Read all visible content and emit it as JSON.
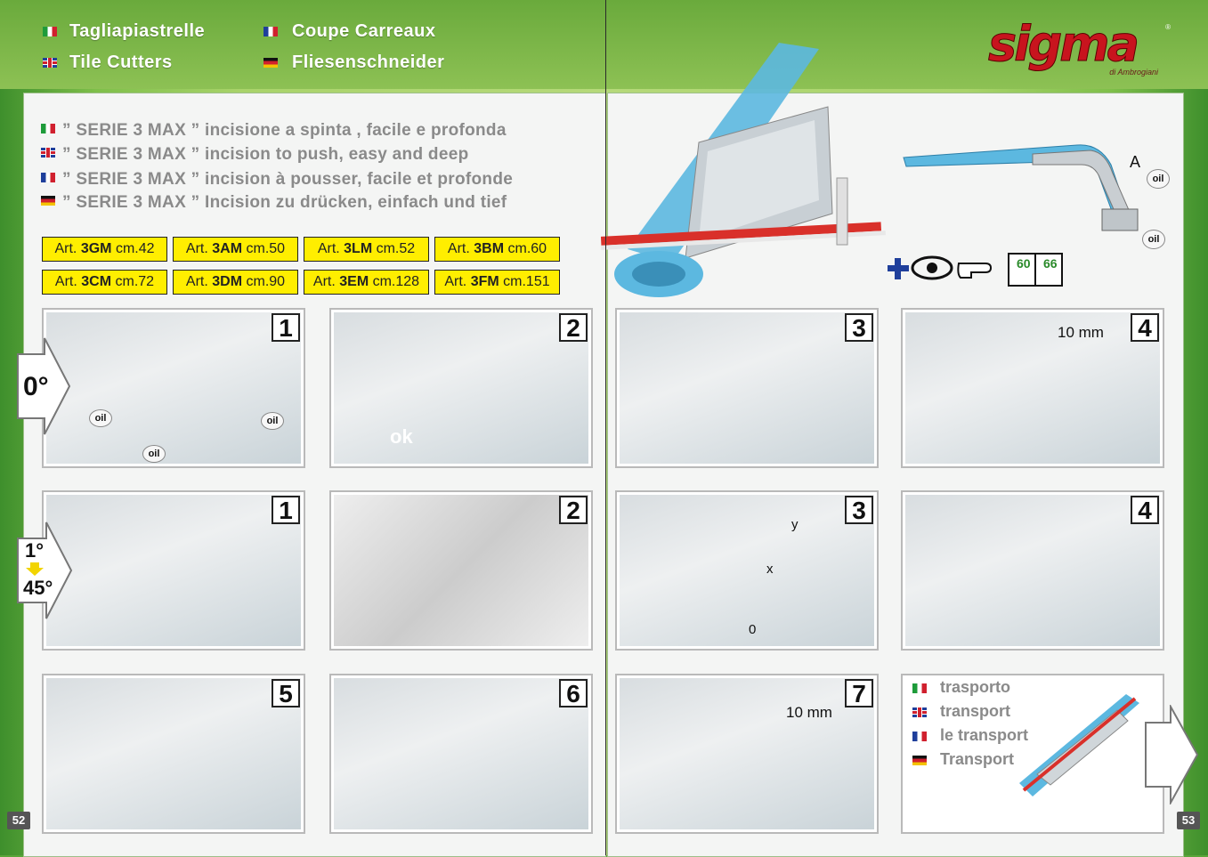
{
  "header": {
    "lang_it": "Tagliapiastrelle",
    "lang_en": "Tile Cutters",
    "lang_fr": "Coupe Carreaux",
    "lang_de": "Fliesenschneider"
  },
  "logo": {
    "name": "sigma",
    "sub": "di Ambrogiani"
  },
  "serie": [
    "” SERIE 3 MAX ” incisione a spinta , facile e profonda",
    "” SERIE 3 MAX ” incision to push, easy and deep",
    "” SERIE 3 MAX ” incision à pousser, facile et profonde",
    "” SERIE 3 MAX ” Incision zu drücken, einfach und tief"
  ],
  "models": [
    {
      "pre": "Art. ",
      "code": "3GM",
      "size": " cm.42"
    },
    {
      "pre": "Art. ",
      "code": "3AM",
      "size": " cm.50"
    },
    {
      "pre": "Art. ",
      "code": "3LM",
      "size": " cm.52"
    },
    {
      "pre": "Art. ",
      "code": "3BM",
      "size": " cm.60"
    },
    {
      "pre": "Art. ",
      "code": "3CM",
      "size": " cm.72"
    },
    {
      "pre": "Art. ",
      "code": "3DM",
      "size": " cm.90"
    },
    {
      "pre": "Art. ",
      "code": "3EM",
      "size": " cm.128"
    },
    {
      "pre": "Art. ",
      "code": "3FM",
      "size": " cm.151"
    }
  ],
  "handle_labels": {
    "a": "A",
    "oil": "oil"
  },
  "manual_pages": {
    "p1": "60",
    "p2": "66"
  },
  "steps_row1": {
    "s1": "1",
    "s2": "2",
    "s3": "3",
    "s4": "4"
  },
  "steps_row2": {
    "s1": "1",
    "s2": "2",
    "s3": "3",
    "s4": "4"
  },
  "steps_row3": {
    "s5": "5",
    "s6": "6",
    "s7": "7"
  },
  "labels": {
    "zero_deg": "0°",
    "one_deg": "1°",
    "fortyfive_deg": "45°",
    "oil": "oil",
    "ok": "ok",
    "ten_mm": "10 mm",
    "y": "y",
    "x": "x",
    "zero": "0"
  },
  "transport": [
    "trasporto",
    "transport",
    "le transport",
    "Transport"
  ],
  "pages": {
    "left": "52",
    "right": "53"
  }
}
